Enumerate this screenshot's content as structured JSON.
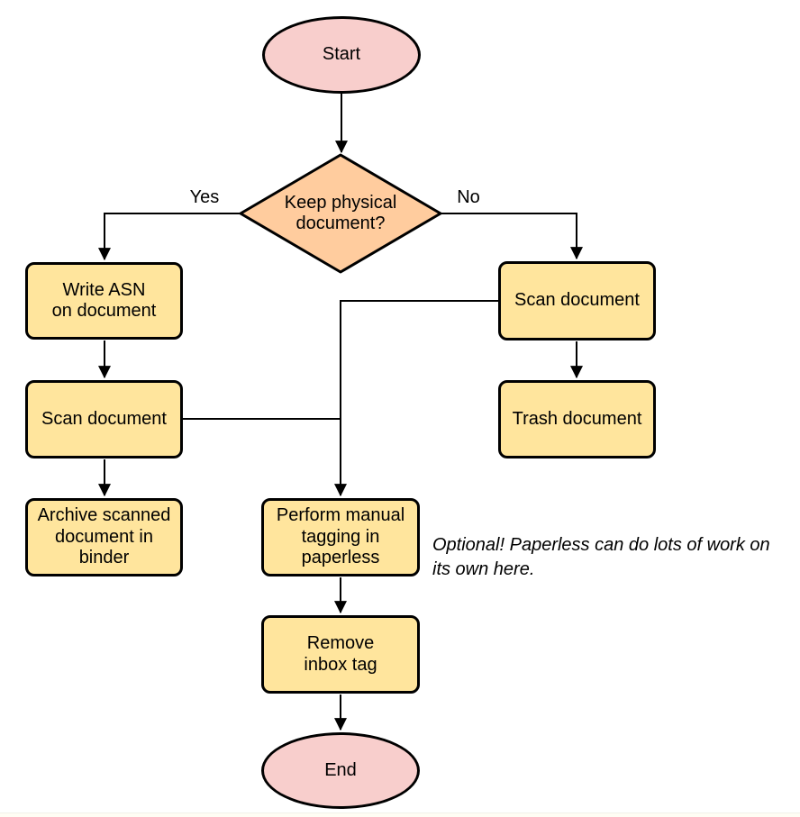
{
  "diagram": {
    "type": "flowchart",
    "nodes": {
      "start": {
        "shape": "ellipse",
        "fill": "#f8cecc",
        "label": "Start"
      },
      "keep_physical": {
        "shape": "diamond",
        "fill": "#ffcc9e",
        "label": "Keep physical\ndocument?"
      },
      "write_asn": {
        "shape": "rounded-rect",
        "fill": "#ffe59d",
        "label": "Write ASN\non document"
      },
      "scan_document_left": {
        "shape": "rounded-rect",
        "fill": "#ffe59d",
        "label": "Scan document"
      },
      "archive_scanned": {
        "shape": "rounded-rect",
        "fill": "#ffe59d",
        "label": "Archive scanned\ndocument in\nbinder"
      },
      "scan_document_right": {
        "shape": "rounded-rect",
        "fill": "#ffe59d",
        "label": "Scan document"
      },
      "trash_document": {
        "shape": "rounded-rect",
        "fill": "#ffe59d",
        "label": "Trash document"
      },
      "manual_tagging": {
        "shape": "rounded-rect",
        "fill": "#ffe59d",
        "label": "Perform manual\ntagging in\npaperless"
      },
      "remove_inbox_tag": {
        "shape": "rounded-rect",
        "fill": "#ffe59d",
        "label": "Remove\ninbox tag"
      },
      "end": {
        "shape": "ellipse",
        "fill": "#f8cecc",
        "label": "End"
      }
    },
    "edges": {
      "yes_label": "Yes",
      "no_label": "No"
    },
    "annotation": "Optional! Paperless can do lots of work on\nits own here.",
    "colors": {
      "stroke": "#000000",
      "terminal_fill": "#f8cecc",
      "decision_fill": "#ffcc9e",
      "process_fill": "#ffe59d",
      "text": "#000000",
      "background": "#ffffff"
    }
  }
}
